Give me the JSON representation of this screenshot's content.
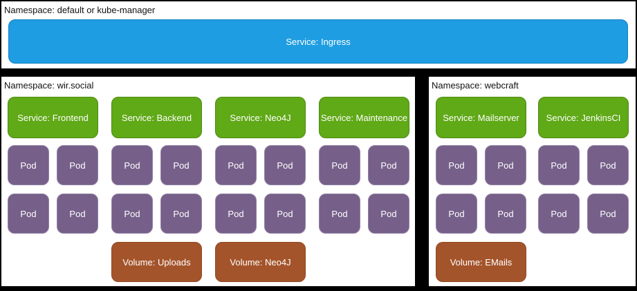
{
  "colors": {
    "background": "#000000",
    "panel": "#FFFFFF",
    "service_blue": "#1E9DE2",
    "service_green": "#60A917",
    "pod_purple": "#76608A",
    "volume_brown": "#A4542B",
    "label_text": "#111111",
    "box_text": "#FFFFFF"
  },
  "top_panel": {
    "namespace_label": "Namespace: default or kube-manager",
    "ingress_label": "Service: Ingress"
  },
  "wir_social": {
    "namespace_label": "Namespace: wir.social",
    "columns": [
      {
        "service": "Service: Frontend",
        "pods": [
          "Pod",
          "Pod",
          "Pod",
          "Pod"
        ]
      },
      {
        "service": "Service: Backend",
        "pods": [
          "Pod",
          "Pod",
          "Pod",
          "Pod"
        ],
        "volume": "Volume: Uploads"
      },
      {
        "service": "Service: Neo4J",
        "pods": [
          "Pod",
          "Pod",
          "Pod",
          "Pod"
        ],
        "volume": "Volume: Neo4J"
      },
      {
        "service": "Service: Maintenance",
        "pods": [
          "Pod",
          "Pod",
          "Pod",
          "Pod"
        ]
      }
    ]
  },
  "webcraft": {
    "namespace_label": "Namespace: webcraft",
    "columns": [
      {
        "service": "Service: Mailserver",
        "pods": [
          "Pod",
          "Pod",
          "Pod",
          "Pod"
        ],
        "volume": "Volume: EMails"
      },
      {
        "service": "Service: JenkinsCI",
        "pods": [
          "Pod",
          "Pod",
          "Pod",
          "Pod"
        ]
      }
    ]
  }
}
